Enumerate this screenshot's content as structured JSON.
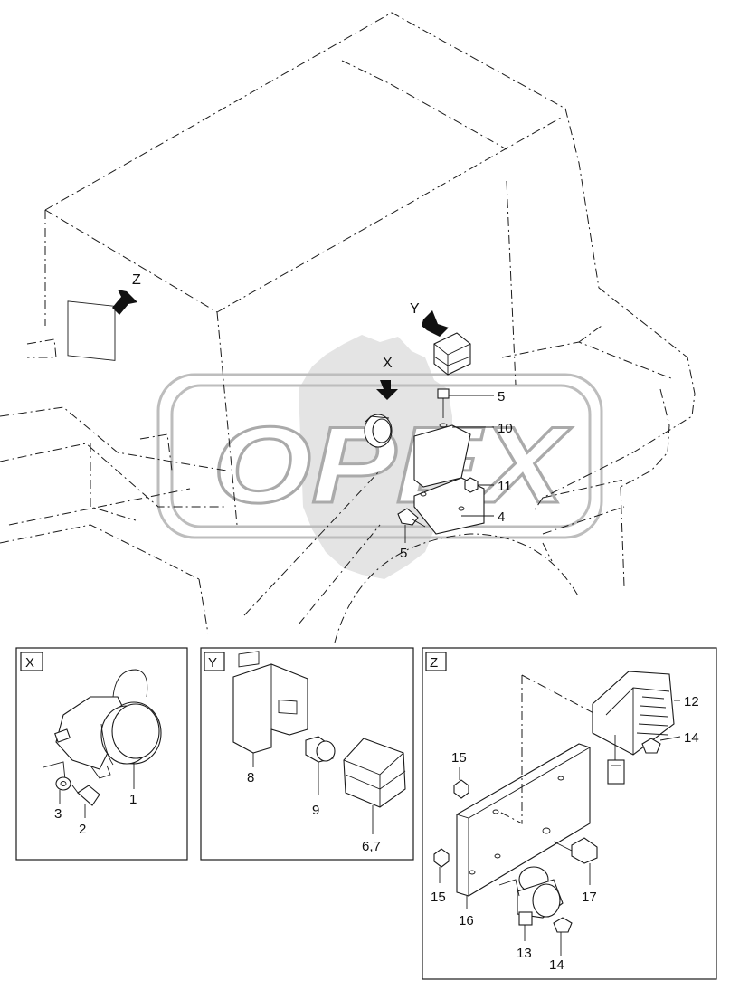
{
  "watermark": {
    "text": "OPEX"
  },
  "views": {
    "main": {
      "view_arrows": [
        "Z",
        "Y",
        "X"
      ],
      "callouts": [
        "5",
        "10",
        "11",
        "4",
        "5"
      ]
    },
    "x": {
      "tag": "X",
      "callouts": [
        "1",
        "3",
        "2"
      ]
    },
    "y": {
      "tag": "Y",
      "callouts": [
        "8",
        "9",
        "6,7"
      ]
    },
    "z": {
      "tag": "Z",
      "callouts": [
        "12",
        "14",
        "15",
        "15",
        "16",
        "17",
        "13",
        "14"
      ]
    }
  }
}
